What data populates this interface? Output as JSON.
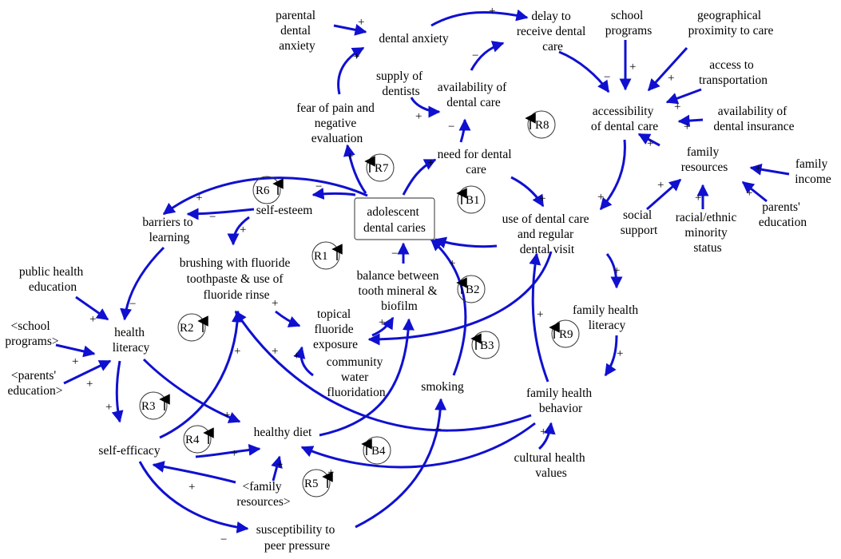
{
  "nodes": {
    "parental_dental_anxiety": [
      "parental",
      "dental",
      "anxiety"
    ],
    "dental_anxiety": [
      "dental anxiety"
    ],
    "delay_to_receive": [
      "delay to",
      "receive dental",
      "care"
    ],
    "school_programs": [
      "school",
      "programs"
    ],
    "geographical_proximity": [
      "geographical",
      "proximity to care"
    ],
    "access_transportation": [
      "access to",
      "transportation"
    ],
    "availability_insurance": [
      "availability of",
      "dental insurance"
    ],
    "accessibility": [
      "accessibility",
      "of dental care"
    ],
    "supply_dentists": [
      "supply of",
      "dentists"
    ],
    "availability_care": [
      "availability of",
      "dental care"
    ],
    "fear_of_pain": [
      "fear of pain and",
      "negative",
      "evaluation"
    ],
    "need_for_care": [
      "need for dental",
      "care"
    ],
    "family_resources": [
      "family",
      "resources"
    ],
    "family_income": [
      "family",
      "income"
    ],
    "parents_education": [
      "parents'",
      "education"
    ],
    "racial_ethnic": [
      "racial/ethnic",
      "minority",
      "status"
    ],
    "social_support": [
      "social",
      "support"
    ],
    "self_esteem": [
      "self-esteem"
    ],
    "barriers_learning": [
      "barriers to",
      "learning"
    ],
    "adolescent_caries": [
      "adolescent",
      "dental caries"
    ],
    "use_dental_care": [
      "use of dental care",
      "and regular",
      "dental visit"
    ],
    "brushing": [
      "brushing with fluoride",
      "toothpaste & use of",
      "fluoride rinse"
    ],
    "balance": [
      "balance between",
      "tooth mineral &",
      "biofilm"
    ],
    "public_health_education": [
      "public health",
      "education"
    ],
    "school_programs_ref": [
      "<school",
      "programs>"
    ],
    "parents_education_ref": [
      "<parents'",
      "education>"
    ],
    "health_literacy": [
      "health",
      "literacy"
    ],
    "topical_fluoride": [
      "topical",
      "fluoride",
      "exposure"
    ],
    "community_water": [
      "community",
      "water",
      "fluoridation"
    ],
    "family_health_literacy": [
      "family health",
      "literacy"
    ],
    "smoking": [
      "smoking"
    ],
    "family_health_behavior": [
      "family health",
      "behavior"
    ],
    "self_efficacy": [
      "self-efficacy"
    ],
    "healthy_diet": [
      "healthy diet"
    ],
    "family_resources_ref": [
      "<family",
      "resources>"
    ],
    "cultural_health_values": [
      "cultural health",
      "values"
    ],
    "susceptibility": [
      "susceptibility to",
      "peer pressure"
    ]
  },
  "loops": [
    "R1",
    "R2",
    "R3",
    "R4",
    "R5",
    "R6",
    "R7",
    "R8",
    "R9",
    "B1",
    "B2",
    "B3",
    "B4"
  ],
  "polarity": {
    "plus": "+",
    "minus": "−"
  },
  "colors": {
    "link": "#1010d0",
    "text": "#000000"
  }
}
